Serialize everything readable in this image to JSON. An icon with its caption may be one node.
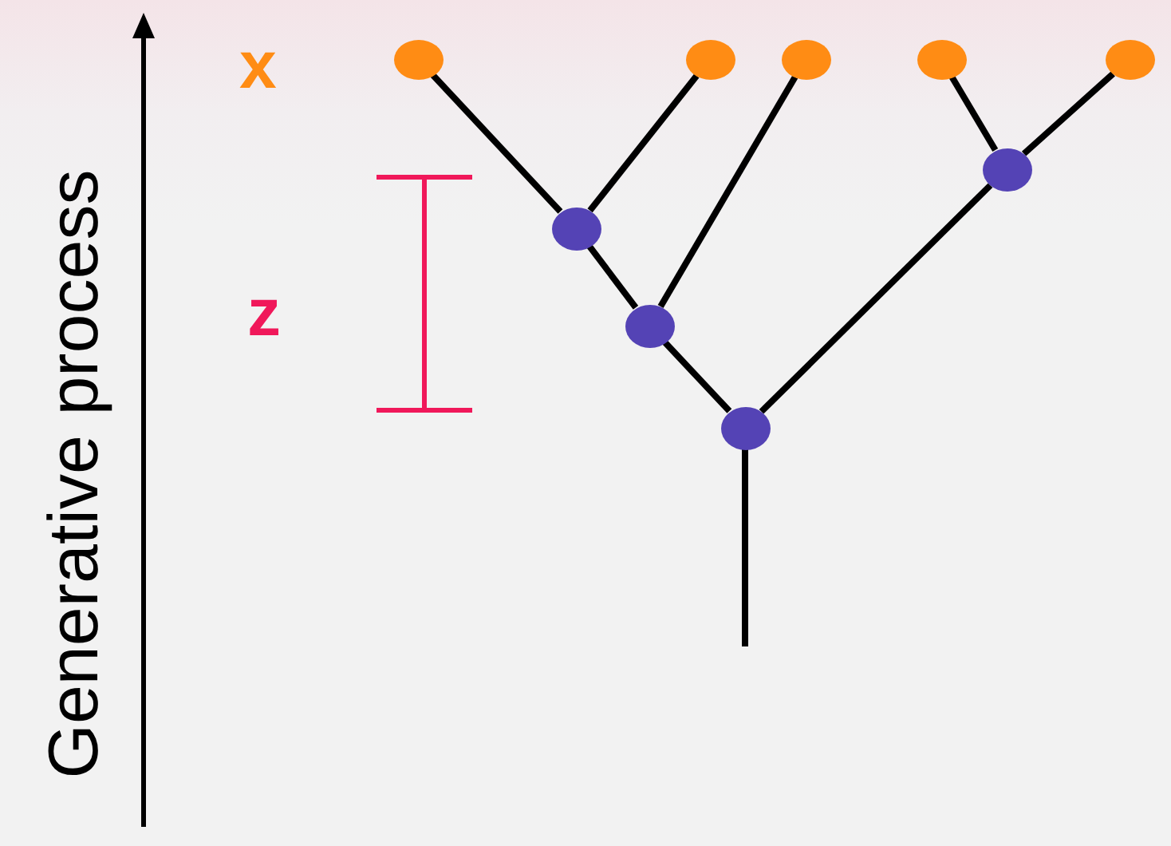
{
  "diagram": {
    "nodes": [
      {
        "text": [],
        "shape": "circle"
      },
      {
        "text": [],
        "shape": "circle"
      },
      {
        "text": [],
        "shape": "circle"
      },
      {
        "text": [],
        "shape": "circle"
      },
      {
        "text": [],
        "shape": "circle"
      },
      {
        "text": [],
        "shape": "circle"
      },
      {
        "text": [],
        "shape": "circle"
      },
      {
        "text": [],
        "shape": "circle"
      },
      {
        "text": [],
        "shape": "circle"
      }
    ],
    "edges": [
      {
        "from": 5,
        "to": 0,
        "arrow": "none"
      },
      {
        "from": 5,
        "to": 1,
        "arrow": "none"
      },
      {
        "from": 6,
        "to": 5,
        "arrow": "none"
      },
      {
        "from": 6,
        "to": 2,
        "arrow": "none"
      },
      {
        "from": 7,
        "to": 6,
        "arrow": "none"
      },
      {
        "from": 8,
        "to": 3,
        "arrow": "none"
      },
      {
        "from": 8,
        "to": 4,
        "arrow": "none"
      },
      {
        "from": 7,
        "to": 8,
        "arrow": "none"
      },
      {
        "from": 7,
        "to": null,
        "arrow": "none"
      }
    ],
    "labels": [
      "x",
      "z",
      "Generative process"
    ]
  }
}
